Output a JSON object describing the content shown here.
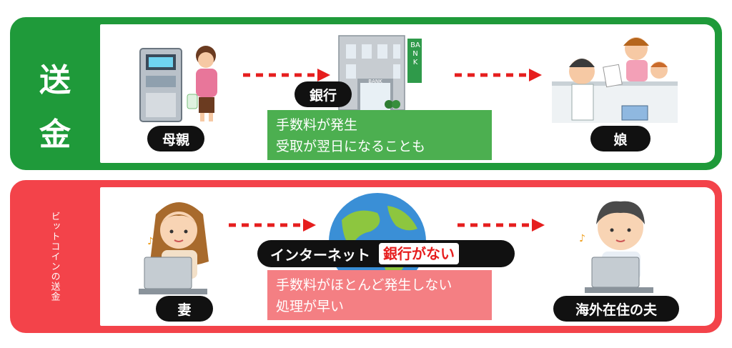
{
  "top_row": {
    "title_line_1": "送",
    "title_line_2": "金",
    "sender_label": "母親",
    "bank_label": "銀行",
    "bank_sign_text": "BANK",
    "bank_door_text": "BANK",
    "receiver_label": "娘",
    "info_lines": [
      "手数料が発生",
      "受取が翌日になることも"
    ],
    "info_color": "#4caf50"
  },
  "bottom_row": {
    "title": "ビットコインの送金",
    "sender_label": "妻",
    "network_label": "インターネット",
    "no_bank_label": "銀行がない",
    "receiver_label": "海外在住の夫",
    "info_lines": [
      "手数料がほとんど発生しない",
      "処理が早い"
    ],
    "info_color": "#f47f83"
  },
  "colors": {
    "green": "#1f9a3a",
    "red": "#f3434a",
    "arrow": "#e61e1e"
  }
}
